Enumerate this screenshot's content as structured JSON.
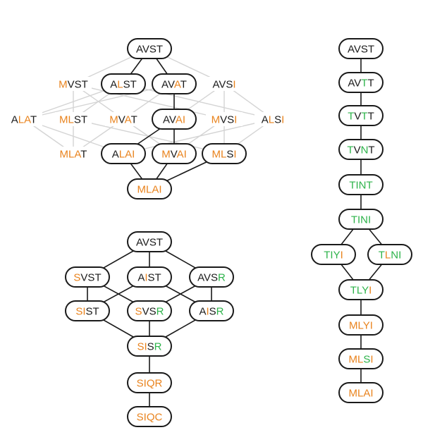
{
  "colors": {
    "black": "#1a1a1a",
    "orange": "#e9831d",
    "green": "#2db34a",
    "faint_edge": "#d4d4d4"
  },
  "diagrams": [
    {
      "id": "lattice-top",
      "nodes": [
        {
          "id": "t_avst",
          "label": "AVST",
          "colors": "kkkk",
          "boxed": true
        },
        {
          "id": "t_mvst",
          "label": "MVST",
          "colors": "okkk",
          "boxed": false
        },
        {
          "id": "t_alst",
          "label": "ALST",
          "colors": "kokk",
          "boxed": true
        },
        {
          "id": "t_avat",
          "label": "AVAT",
          "colors": "kkok",
          "boxed": true
        },
        {
          "id": "t_avsi",
          "label": "AVSI",
          "colors": "kkko",
          "boxed": false
        },
        {
          "id": "t_alat",
          "label": "ALAT",
          "colors": "kook",
          "boxed": false
        },
        {
          "id": "t_mlst",
          "label": "MLST",
          "colors": "ookk",
          "boxed": false
        },
        {
          "id": "t_mvat",
          "label": "MVAT",
          "colors": "okok",
          "boxed": false
        },
        {
          "id": "t_avai",
          "label": "AVAI",
          "colors": "kkoo",
          "boxed": true
        },
        {
          "id": "t_mvsi",
          "label": "MVSI",
          "colors": "okko",
          "boxed": false
        },
        {
          "id": "t_alsi",
          "label": "ALSI",
          "colors": "koko",
          "boxed": false
        },
        {
          "id": "t_mlat",
          "label": "MLAT",
          "colors": "oook",
          "boxed": false
        },
        {
          "id": "t_alai",
          "label": "ALAI",
          "colors": "kooo",
          "boxed": true
        },
        {
          "id": "t_mvai",
          "label": "MVAI",
          "colors": "okoo",
          "boxed": true
        },
        {
          "id": "t_mlsi",
          "label": "MLSI",
          "colors": "ooko",
          "boxed": true
        },
        {
          "id": "t_mlai",
          "label": "MLAI",
          "colors": "oooo",
          "boxed": true
        }
      ],
      "edges": [
        [
          "t_avst",
          "t_alst",
          "dark"
        ],
        [
          "t_avst",
          "t_avat",
          "dark"
        ],
        [
          "t_avst",
          "t_mvst",
          "faint"
        ],
        [
          "t_avst",
          "t_avsi",
          "faint"
        ],
        [
          "t_avat",
          "t_avai",
          "dark"
        ],
        [
          "t_mvst",
          "t_mlst",
          "faint"
        ],
        [
          "t_mvst",
          "t_mvat",
          "faint"
        ],
        [
          "t_mvst",
          "t_mvsi",
          "faint"
        ],
        [
          "t_alst",
          "t_alat",
          "faint"
        ],
        [
          "t_alst",
          "t_mlst",
          "faint"
        ],
        [
          "t_alst",
          "t_alsi",
          "faint"
        ],
        [
          "t_avat",
          "t_alat",
          "faint"
        ],
        [
          "t_avat",
          "t_mvat",
          "faint"
        ],
        [
          "t_avsi",
          "t_avai",
          "faint"
        ],
        [
          "t_avsi",
          "t_mvsi",
          "faint"
        ],
        [
          "t_avsi",
          "t_alsi",
          "faint"
        ],
        [
          "t_alat",
          "t_mlat",
          "faint"
        ],
        [
          "t_alat",
          "t_alai",
          "faint"
        ],
        [
          "t_mlst",
          "t_mlat",
          "faint"
        ],
        [
          "t_mlst",
          "t_mlsi",
          "faint"
        ],
        [
          "t_mvat",
          "t_mlat",
          "faint"
        ],
        [
          "t_mvat",
          "t_mvai",
          "faint"
        ],
        [
          "t_avai",
          "t_alai",
          "dark"
        ],
        [
          "t_avai",
          "t_mvai",
          "dark"
        ],
        [
          "t_mvsi",
          "t_mvai",
          "faint"
        ],
        [
          "t_mvsi",
          "t_mlsi",
          "faint"
        ],
        [
          "t_alsi",
          "t_alai",
          "faint"
        ],
        [
          "t_alsi",
          "t_mlsi",
          "faint"
        ],
        [
          "t_alai",
          "t_mlai",
          "dark"
        ],
        [
          "t_mvai",
          "t_mlai",
          "dark"
        ],
        [
          "t_mlsi",
          "t_mlai",
          "dark"
        ]
      ]
    },
    {
      "id": "lattice-bottom",
      "nodes": [
        {
          "id": "b_avst",
          "label": "AVST",
          "colors": "kkkk",
          "boxed": true
        },
        {
          "id": "b_svst",
          "label": "SVST",
          "colors": "okkk",
          "boxed": true
        },
        {
          "id": "b_aist",
          "label": "AIST",
          "colors": "kokk",
          "boxed": true
        },
        {
          "id": "b_avsr",
          "label": "AVSR",
          "colors": "kkkg",
          "boxed": true
        },
        {
          "id": "b_sist",
          "label": "SIST",
          "colors": "ookk",
          "boxed": true
        },
        {
          "id": "b_svsr",
          "label": "SVSR",
          "colors": "okkg",
          "boxed": true
        },
        {
          "id": "b_aisr",
          "label": "AISR",
          "colors": "kokg",
          "boxed": true
        },
        {
          "id": "b_sisr",
          "label": "SISR",
          "colors": "ookg",
          "boxed": true
        },
        {
          "id": "b_siqr",
          "label": "SIQR",
          "colors": "oooo",
          "boxed": true
        },
        {
          "id": "b_siqc",
          "label": "SIQC",
          "colors": "oooo",
          "boxed": true
        }
      ],
      "edges": [
        [
          "b_avst",
          "b_svst",
          "dark"
        ],
        [
          "b_avst",
          "b_aist",
          "dark"
        ],
        [
          "b_avst",
          "b_avsr",
          "dark"
        ],
        [
          "b_svst",
          "b_sist",
          "dark"
        ],
        [
          "b_svst",
          "b_svsr",
          "dark"
        ],
        [
          "b_aist",
          "b_sist",
          "dark"
        ],
        [
          "b_aist",
          "b_aisr",
          "dark"
        ],
        [
          "b_avsr",
          "b_svsr",
          "dark"
        ],
        [
          "b_avsr",
          "b_aisr",
          "dark"
        ],
        [
          "b_sist",
          "b_sisr",
          "dark"
        ],
        [
          "b_svsr",
          "b_sisr",
          "dark"
        ],
        [
          "b_aisr",
          "b_sisr",
          "dark"
        ],
        [
          "b_sisr",
          "b_siqr",
          "dark"
        ],
        [
          "b_siqr",
          "b_siqc",
          "dark"
        ]
      ]
    },
    {
      "id": "chain-right",
      "nodes": [
        {
          "id": "r_avst",
          "label": "AVST",
          "colors": "kkkk",
          "boxed": true
        },
        {
          "id": "r_avtt",
          "label": "AVTT",
          "colors": "kkgk",
          "boxed": true
        },
        {
          "id": "r_tvtt",
          "label": "TVTT",
          "colors": "gkgk",
          "boxed": true
        },
        {
          "id": "r_tvnt",
          "label": "TVNT",
          "colors": "gkgk",
          "boxed": true
        },
        {
          "id": "r_tint",
          "label": "TINT",
          "colors": "gggg",
          "boxed": true
        },
        {
          "id": "r_tini",
          "label": "TINI",
          "colors": "gggg",
          "boxed": true
        },
        {
          "id": "r_tiyi",
          "label": "TIYI",
          "colors": "gggo",
          "boxed": true
        },
        {
          "id": "r_tlni",
          "label": "TLNI",
          "colors": "gogg",
          "boxed": true
        },
        {
          "id": "r_tlyi",
          "label": "TLYI",
          "colors": "gggo",
          "boxed": true
        },
        {
          "id": "r_mlyi",
          "label": "MLYI",
          "colors": "oooo",
          "boxed": true
        },
        {
          "id": "r_mlsi",
          "label": "MLSI",
          "colors": "oogo",
          "boxed": true
        },
        {
          "id": "r_mlai",
          "label": "MLAI",
          "colors": "oooo",
          "boxed": true
        }
      ],
      "edges": [
        [
          "r_avst",
          "r_avtt",
          "dark"
        ],
        [
          "r_avtt",
          "r_tvtt",
          "dark"
        ],
        [
          "r_tvtt",
          "r_tvnt",
          "dark"
        ],
        [
          "r_tvnt",
          "r_tint",
          "dark"
        ],
        [
          "r_tint",
          "r_tini",
          "dark"
        ],
        [
          "r_tini",
          "r_tiyi",
          "dark"
        ],
        [
          "r_tini",
          "r_tlni",
          "dark"
        ],
        [
          "r_tiyi",
          "r_tlyi",
          "dark"
        ],
        [
          "r_tlni",
          "r_tlyi",
          "dark"
        ],
        [
          "r_tlyi",
          "r_mlyi",
          "dark"
        ],
        [
          "r_mlyi",
          "r_mlsi",
          "dark"
        ],
        [
          "r_mlsi",
          "r_mlai",
          "dark"
        ]
      ]
    }
  ]
}
